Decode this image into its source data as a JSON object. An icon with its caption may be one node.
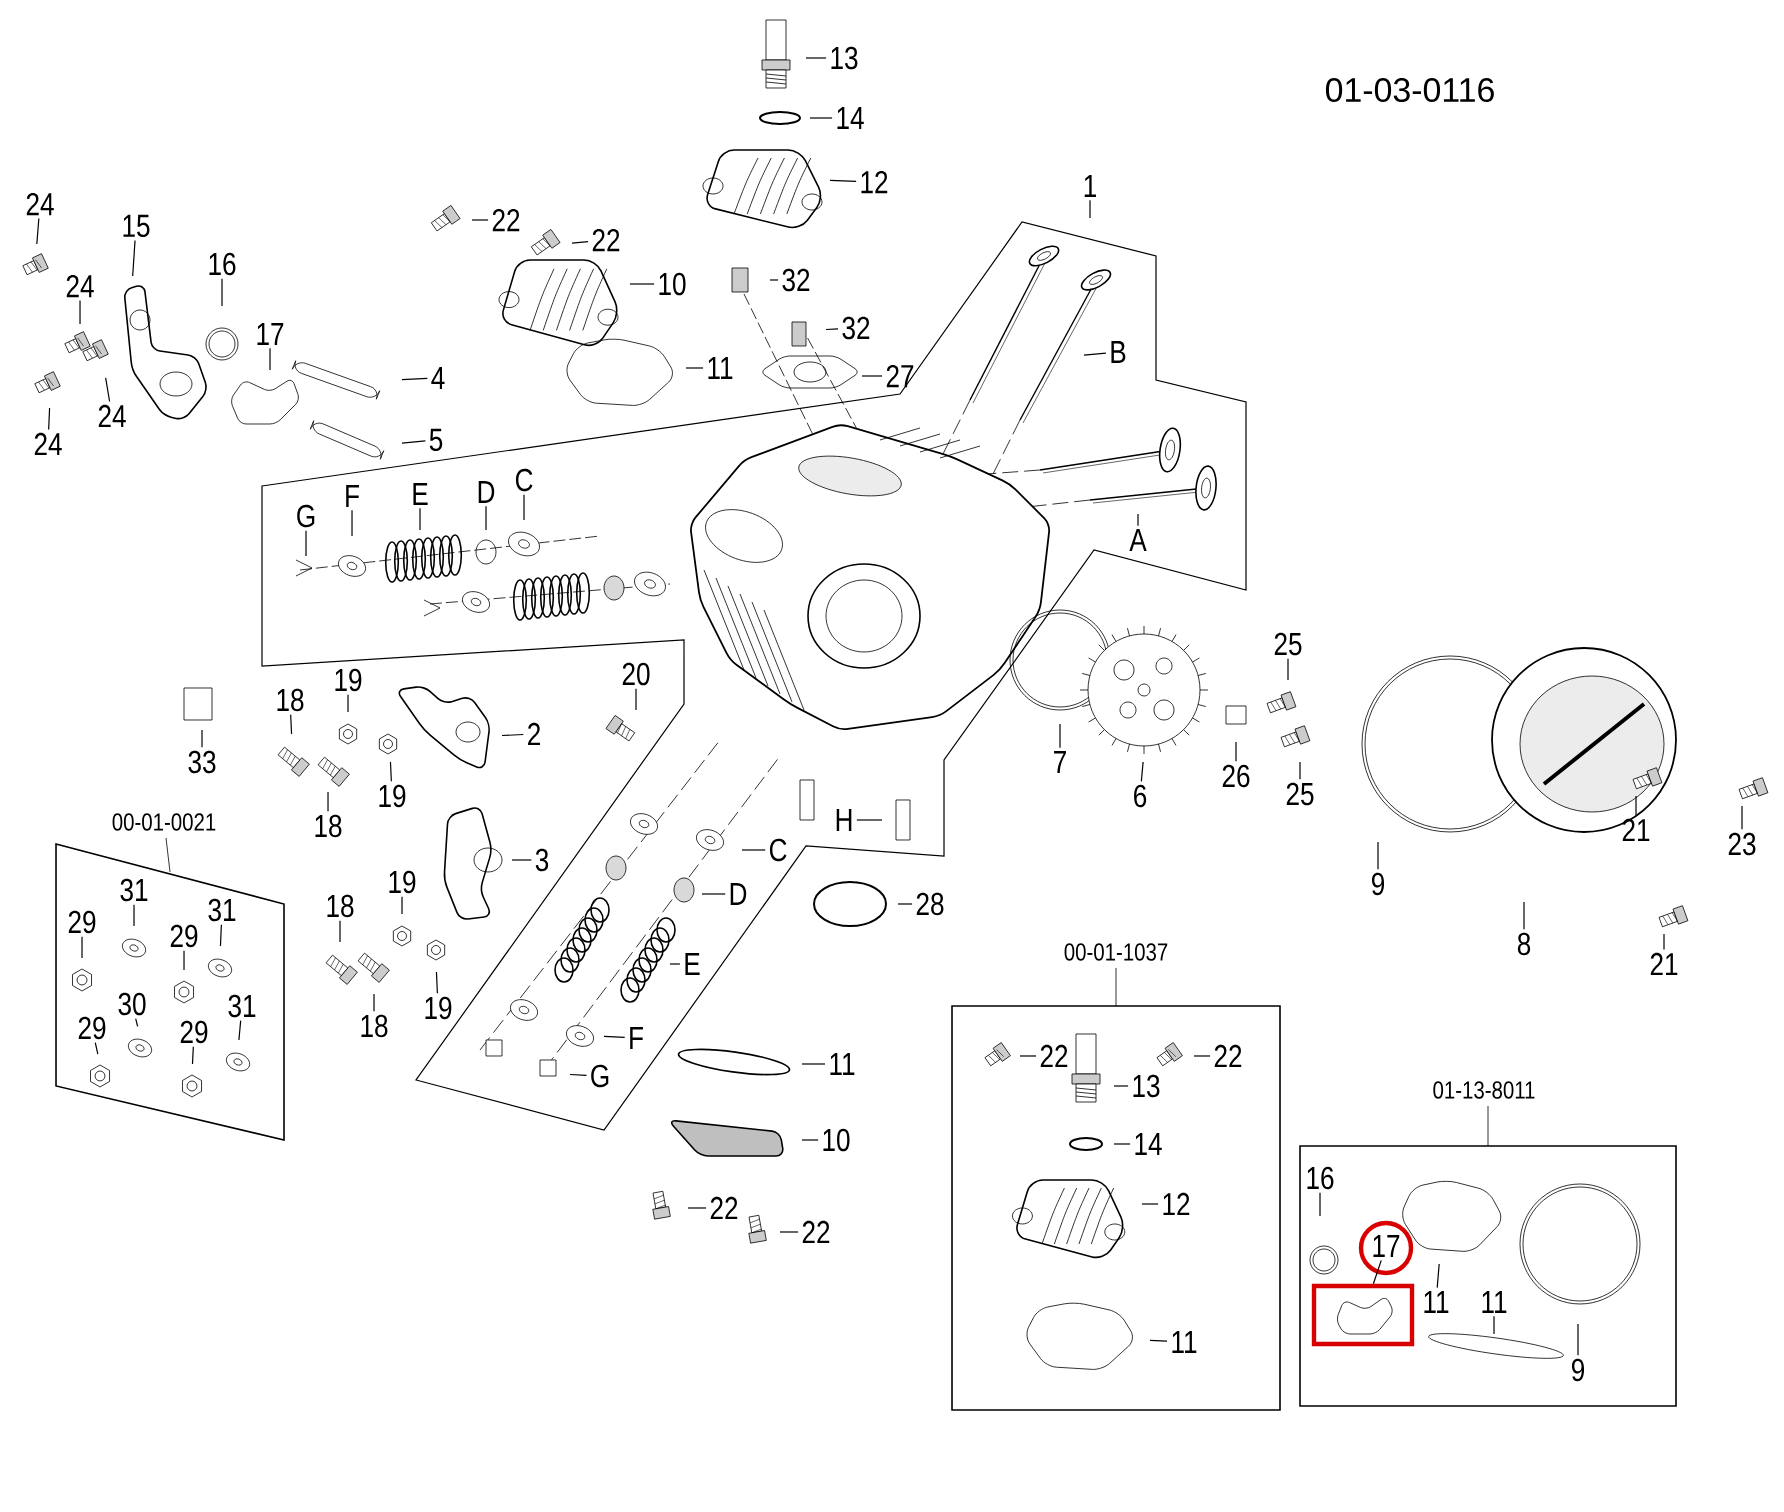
{
  "diagram": {
    "nodes": [
      {
        "text": [
          "13"
        ]
      },
      {
        "text": [
          "14"
        ]
      },
      {
        "text": [
          "12"
        ]
      },
      {
        "text": [
          "1"
        ]
      },
      {
        "text": [
          "22"
        ]
      },
      {
        "text": [
          "22"
        ]
      },
      {
        "text": [
          "10"
        ]
      },
      {
        "text": [
          "32"
        ]
      },
      {
        "text": [
          "32"
        ]
      },
      {
        "text": [
          "11"
        ]
      },
      {
        "text": [
          "27"
        ]
      },
      {
        "text": [
          "B"
        ]
      },
      {
        "text": [
          "24"
        ]
      },
      {
        "text": [
          "15"
        ]
      },
      {
        "text": [
          "16"
        ]
      },
      {
        "text": [
          "17"
        ]
      },
      {
        "text": [
          "4"
        ]
      },
      {
        "text": [
          "5"
        ]
      },
      {
        "text": [
          "24"
        ]
      },
      {
        "text": [
          "24"
        ]
      },
      {
        "text": [
          "24"
        ]
      },
      {
        "text": [
          "G"
        ]
      },
      {
        "text": [
          "F"
        ]
      },
      {
        "text": [
          "E"
        ]
      },
      {
        "text": [
          "D"
        ]
      },
      {
        "text": [
          "C"
        ]
      },
      {
        "text": [
          "A"
        ]
      },
      {
        "text": [
          "33"
        ]
      },
      {
        "text": [
          "18"
        ]
      },
      {
        "text": [
          "19"
        ]
      },
      {
        "text": [
          "2"
        ]
      },
      {
        "text": [
          "20"
        ]
      },
      {
        "text": [
          "19"
        ]
      },
      {
        "text": [
          "18"
        ]
      },
      {
        "text": [
          "3"
        ]
      },
      {
        "text": [
          "C"
        ]
      },
      {
        "text": [
          "H"
        ]
      },
      {
        "text": [
          "D"
        ]
      },
      {
        "text": [
          "28"
        ]
      },
      {
        "text": [
          "E"
        ]
      },
      {
        "text": [
          "F"
        ]
      },
      {
        "text": [
          "G"
        ]
      },
      {
        "text": [
          "18"
        ]
      },
      {
        "text": [
          "19"
        ]
      },
      {
        "text": [
          "19"
        ]
      },
      {
        "text": [
          "18"
        ]
      },
      {
        "text": [
          "00-01-0021"
        ]
      },
      {
        "text": [
          "31"
        ],
        "in": 46
      },
      {
        "text": [
          "29"
        ],
        "in": 46
      },
      {
        "text": [
          "31"
        ],
        "in": 46
      },
      {
        "text": [
          "29"
        ],
        "in": 46
      },
      {
        "text": [
          "30"
        ],
        "in": 46
      },
      {
        "text": [
          "29"
        ],
        "in": 46
      },
      {
        "text": [
          "29"
        ],
        "in": 46
      },
      {
        "text": [
          "31"
        ],
        "in": 46
      },
      {
        "text": [
          "7"
        ]
      },
      {
        "text": [
          "6"
        ]
      },
      {
        "text": [
          "25"
        ]
      },
      {
        "text": [
          "26"
        ]
      },
      {
        "text": [
          "25"
        ]
      },
      {
        "text": [
          "9"
        ]
      },
      {
        "text": [
          "8"
        ]
      },
      {
        "text": [
          "21"
        ]
      },
      {
        "text": [
          "23"
        ]
      },
      {
        "text": [
          "21"
        ]
      },
      {
        "text": [
          "11"
        ]
      },
      {
        "text": [
          "10"
        ]
      },
      {
        "text": [
          "22"
        ]
      },
      {
        "text": [
          "22"
        ]
      },
      {
        "text": [
          "00-01-1037"
        ]
      },
      {
        "text": [
          "22"
        ],
        "in": 69
      },
      {
        "text": [
          "22"
        ],
        "in": 69
      },
      {
        "text": [
          "13"
        ],
        "in": 69
      },
      {
        "text": [
          "14"
        ],
        "in": 69
      },
      {
        "text": [
          "12"
        ],
        "in": 69
      },
      {
        "text": [
          "11"
        ],
        "in": 69
      },
      {
        "text": [
          "01-13-8011"
        ]
      },
      {
        "text": [
          "16"
        ],
        "in": 76
      },
      {
        "text": [
          "17"
        ],
        "in": 76
      },
      {
        "text": [
          "11"
        ],
        "in": 76
      },
      {
        "text": [
          "11"
        ],
        "in": 76
      },
      {
        "text": [
          "9"
        ],
        "in": 76
      },
      {
        "text": [],
        "shape": "box",
        "in": 76
      }
    ],
    "edges": [
      {
        "from": 0,
        "to": null,
        "arrow": "none"
      },
      {
        "from": 1,
        "to": null,
        "arrow": "none"
      },
      {
        "from": 2,
        "to": null,
        "arrow": "none"
      },
      {
        "from": 3,
        "to": null,
        "arrow": "none"
      },
      {
        "from": 4,
        "to": null,
        "arrow": "none"
      },
      {
        "from": 5,
        "to": null,
        "arrow": "none"
      },
      {
        "from": 6,
        "to": null,
        "arrow": "none"
      },
      {
        "from": 7,
        "to": null,
        "arrow": "none"
      },
      {
        "from": 8,
        "to": null,
        "arrow": "none"
      },
      {
        "from": 9,
        "to": null,
        "arrow": "none"
      },
      {
        "from": 10,
        "to": null,
        "arrow": "none"
      },
      {
        "from": 11,
        "to": null,
        "arrow": "none"
      },
      {
        "from": 12,
        "to": null,
        "arrow": "none"
      },
      {
        "from": 13,
        "to": null,
        "arrow": "none"
      },
      {
        "from": 14,
        "to": null,
        "arrow": "none"
      },
      {
        "from": 15,
        "to": null,
        "arrow": "none"
      },
      {
        "from": 16,
        "to": null,
        "arrow": "none"
      },
      {
        "from": 17,
        "to": null,
        "arrow": "none"
      },
      {
        "from": 18,
        "to": null,
        "arrow": "none"
      },
      {
        "from": 19,
        "to": null,
        "arrow": "none"
      },
      {
        "from": 20,
        "to": null,
        "arrow": "none"
      },
      {
        "from": 21,
        "to": null,
        "arrow": "none"
      },
      {
        "from": 22,
        "to": null,
        "arrow": "none"
      },
      {
        "from": 23,
        "to": null,
        "arrow": "none"
      },
      {
        "from": 24,
        "to": null,
        "arrow": "none"
      },
      {
        "from": 25,
        "to": null,
        "arrow": "none"
      },
      {
        "from": 26,
        "to": null,
        "arrow": "none"
      },
      {
        "from": 27,
        "to": null,
        "arrow": "none"
      },
      {
        "from": 28,
        "to": null,
        "arrow": "none"
      },
      {
        "from": 29,
        "to": null,
        "arrow": "none"
      },
      {
        "from": 30,
        "to": null,
        "arrow": "none"
      },
      {
        "from": 31,
        "to": null,
        "arrow": "none"
      },
      {
        "from": 32,
        "to": null,
        "arrow": "none"
      },
      {
        "from": 33,
        "to": null,
        "arrow": "none"
      },
      {
        "from": 34,
        "to": null,
        "arrow": "none"
      },
      {
        "from": 35,
        "to": null,
        "arrow": "none"
      },
      {
        "from": 36,
        "to": null,
        "arrow": "none"
      },
      {
        "from": 37,
        "to": null,
        "arrow": "none"
      },
      {
        "from": 38,
        "to": null,
        "arrow": "none"
      },
      {
        "from": 39,
        "to": null,
        "arrow": "none"
      },
      {
        "from": 40,
        "to": null,
        "arrow": "none"
      },
      {
        "from": 41,
        "to": null,
        "arrow": "none"
      },
      {
        "from": 42,
        "to": null,
        "arrow": "none"
      },
      {
        "from": 43,
        "to": null,
        "arrow": "none"
      },
      {
        "from": 44,
        "to": null,
        "arrow": "none"
      },
      {
        "from": 45,
        "to": null,
        "arrow": "none"
      },
      {
        "from": 47,
        "to": null,
        "arrow": "none"
      },
      {
        "from": 48,
        "to": null,
        "arrow": "none"
      },
      {
        "from": 49,
        "to": null,
        "arrow": "none"
      },
      {
        "from": 50,
        "to": null,
        "arrow": "none"
      },
      {
        "from": 51,
        "to": null,
        "arrow": "none"
      },
      {
        "from": 52,
        "to": null,
        "arrow": "none"
      },
      {
        "from": 53,
        "to": null,
        "arrow": "none"
      },
      {
        "from": 54,
        "to": null,
        "arrow": "none"
      },
      {
        "from": 55,
        "to": null,
        "arrow": "none"
      },
      {
        "from": 56,
        "to": null,
        "arrow": "none"
      },
      {
        "from": 57,
        "to": null,
        "arrow": "none"
      },
      {
        "from": 58,
        "to": null,
        "arrow": "none"
      },
      {
        "from": 59,
        "to": null,
        "arrow": "none"
      },
      {
        "from": 60,
        "to": null,
        "arrow": "none"
      },
      {
        "from": 61,
        "to": null,
        "arrow": "none"
      },
      {
        "from": 62,
        "to": null,
        "arrow": "none"
      },
      {
        "from": 63,
        "to": null,
        "arrow": "none"
      },
      {
        "from": 64,
        "to": null,
        "arrow": "none"
      },
      {
        "from": 65,
        "to": null,
        "arrow": "none"
      },
      {
        "from": 66,
        "to": null,
        "arrow": "none"
      },
      {
        "from": 67,
        "to": null,
        "arrow": "none"
      },
      {
        "from": 68,
        "to": null,
        "arrow": "none"
      },
      {
        "from": 70,
        "to": null,
        "arrow": "none"
      },
      {
        "from": 71,
        "to": null,
        "arrow": "none"
      },
      {
        "from": 72,
        "to": null,
        "arrow": "none"
      },
      {
        "from": 73,
        "to": null,
        "arrow": "none"
      },
      {
        "from": 74,
        "to": null,
        "arrow": "none"
      },
      {
        "from": 75,
        "to": null,
        "arrow": "none"
      },
      {
        "from": 77,
        "to": null,
        "arrow": "none"
      },
      {
        "from": 78,
        "to": 82,
        "arrow": "none"
      },
      {
        "from": 79,
        "to": null,
        "arrow": "none"
      },
      {
        "from": 80,
        "to": null,
        "arrow": "none"
      },
      {
        "from": 81,
        "to": null,
        "arrow": "none"
      }
    ],
    "labels": [
      "01-03-0116"
    ]
  }
}
